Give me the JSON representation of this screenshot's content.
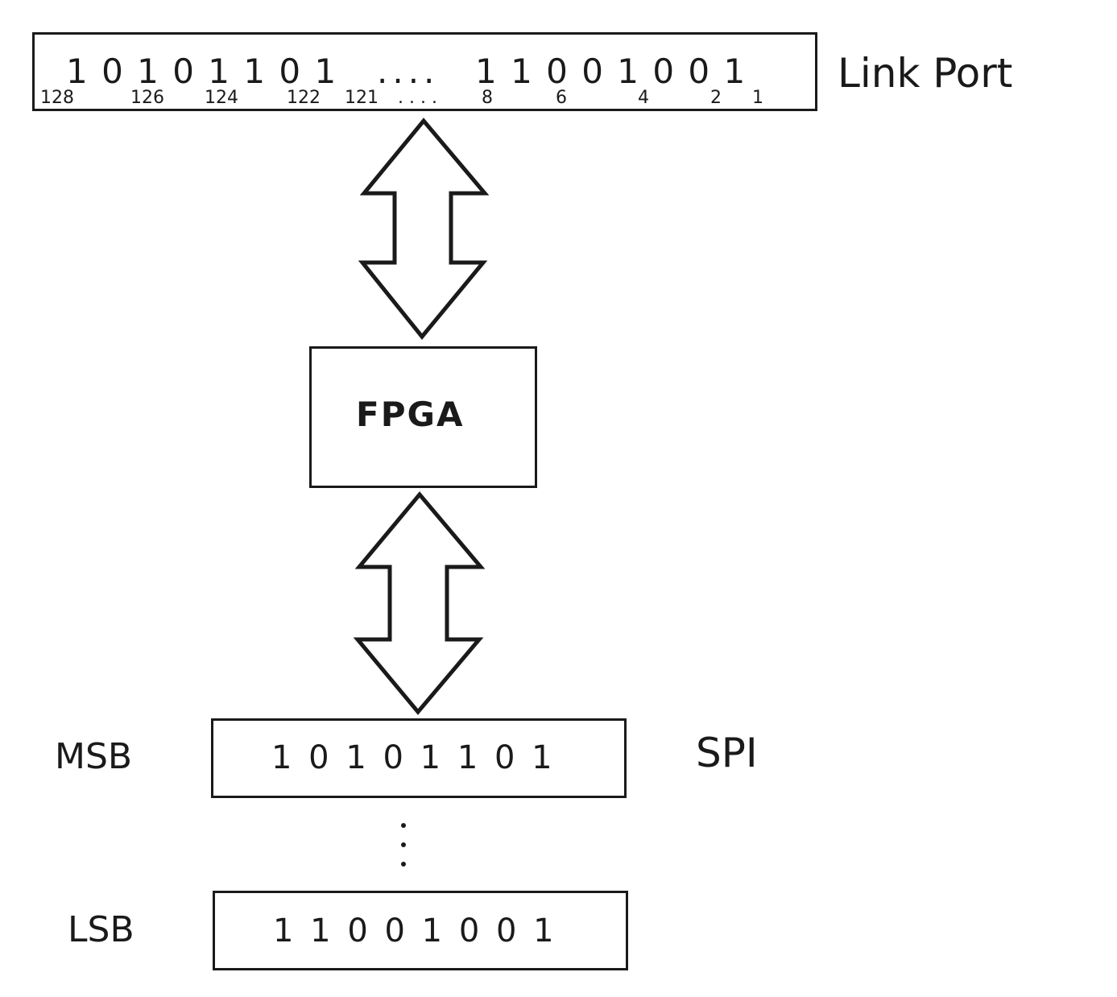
{
  "link_port": {
    "label": "Link Port",
    "bits_left": "1 0 1 0 1 1 0 1",
    "ellipsis": "....",
    "bits_right": "1 1 0 0 1 0 0 1",
    "indices": [
      "128",
      "126",
      "124",
      "122",
      "121",
      ". . . .",
      "8",
      "6",
      "4",
      "2",
      "1"
    ]
  },
  "fpga": {
    "label": "FPGA"
  },
  "spi": {
    "label": "SPI",
    "msb_label": "MSB",
    "msb_bits": "1 0 1 0 1 1 0 1",
    "continuation": "⋮",
    "lsb_label": "LSB",
    "lsb_bits": "1 1 0 0 1 0 0 1"
  },
  "colors": {
    "stroke": "#1a1a1a",
    "background": "#ffffff"
  }
}
